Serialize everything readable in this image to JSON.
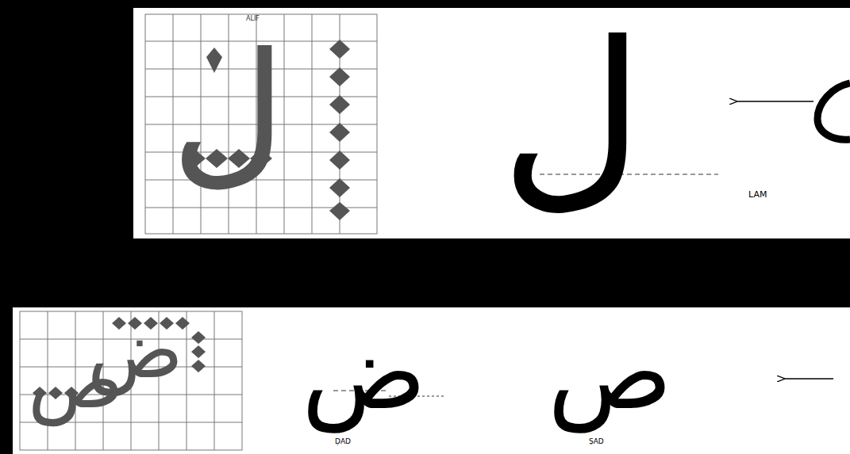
{
  "diagram": {
    "labels": [
      "ALIF",
      "ل",
      "ل",
      "LAM",
      "ض",
      "ص",
      "ض",
      "ص",
      "ḌAD",
      "ṢAD"
    ]
  }
}
